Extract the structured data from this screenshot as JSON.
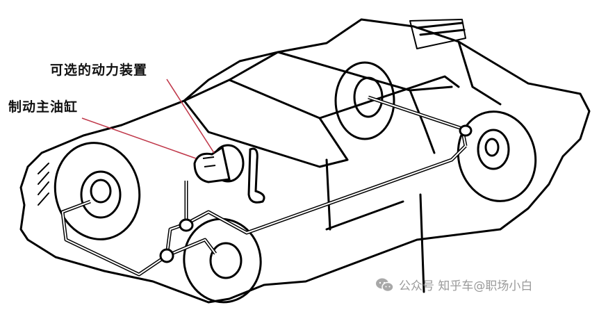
{
  "diagram": {
    "subject": "Car hydraulic brake system line drawing",
    "labels": [
      {
        "id": "booster",
        "text": "可选的动力装置",
        "meaning": "Optional power booster"
      },
      {
        "id": "master_cylinder",
        "text": "制动主油缸",
        "meaning": "Brake master cylinder"
      }
    ],
    "leader_line_color": "#c0394b",
    "line_color": "#000000",
    "background": "#ffffff"
  },
  "watermark": {
    "icon": "wechat-icon",
    "text": "公众号 知乎车@职场小白",
    "color": "#9a9a9a"
  }
}
